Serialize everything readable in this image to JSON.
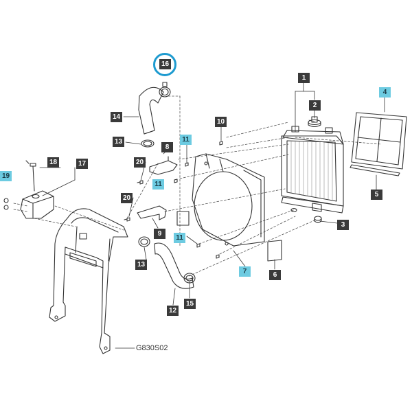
{
  "figure": {
    "reference_code": "G830S02",
    "highlighted_part": "16"
  },
  "callouts": [
    {
      "label": "16",
      "style": "dark"
    },
    {
      "label": "1",
      "style": "dark"
    },
    {
      "label": "2",
      "style": "dark"
    },
    {
      "label": "3",
      "style": "dark"
    },
    {
      "label": "4",
      "style": "blue"
    },
    {
      "label": "5",
      "style": "dark"
    },
    {
      "label": "6",
      "style": "dark"
    },
    {
      "label": "7",
      "style": "blue"
    },
    {
      "label": "8",
      "style": "dark"
    },
    {
      "label": "9",
      "style": "dark"
    },
    {
      "label": "10",
      "style": "dark"
    },
    {
      "label": "11",
      "style": "blue"
    },
    {
      "label": "11",
      "style": "blue"
    },
    {
      "label": "11",
      "style": "blue"
    },
    {
      "label": "12",
      "style": "dark"
    },
    {
      "label": "13",
      "style": "dark"
    },
    {
      "label": "13",
      "style": "dark"
    },
    {
      "label": "14",
      "style": "dark"
    },
    {
      "label": "15",
      "style": "dark"
    },
    {
      "label": "17",
      "style": "dark"
    },
    {
      "label": "18",
      "style": "dark"
    },
    {
      "label": "19",
      "style": "blue"
    },
    {
      "label": "20",
      "style": "dark"
    },
    {
      "label": "20",
      "style": "dark"
    }
  ],
  "colors": {
    "line": "#333333",
    "callout_dark": "#3a3a3a",
    "callout_blue": "#6dcbe1",
    "highlight_ring": "#1e9bd0"
  }
}
